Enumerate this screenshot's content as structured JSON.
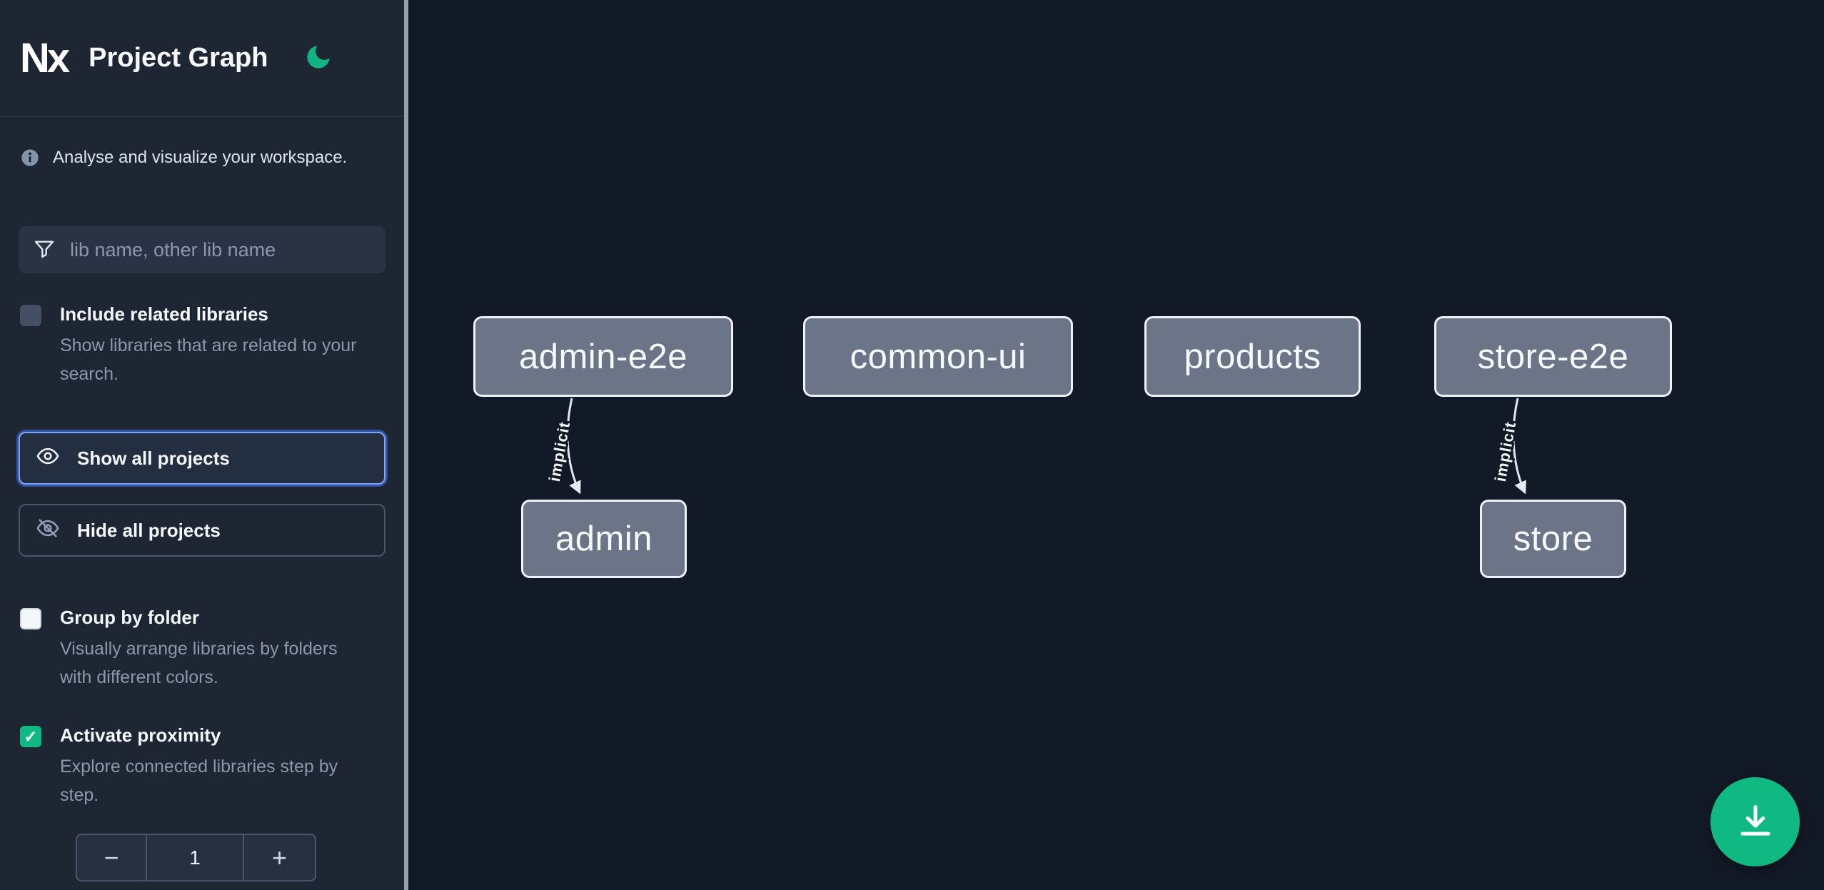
{
  "theme": {
    "sidebar_bg": "#1e2634",
    "canvas_bg": "#131a27",
    "accent_green": "#10b981",
    "focus_blue": "#4374f5",
    "node_bg": "#6b7587",
    "node_border": "#eef2f7"
  },
  "header": {
    "logo_text": "Nx",
    "title": "Project Graph"
  },
  "sidebar": {
    "info_text": "Analyse and visualize your workspace.",
    "search": {
      "placeholder": "lib name, other lib name",
      "value": ""
    },
    "include_related": {
      "label": "Include related libraries",
      "description": "Show libraries that are related to your search.",
      "checked": false
    },
    "show_all_button": {
      "label": "Show all projects"
    },
    "hide_all_button": {
      "label": "Hide all projects"
    },
    "group_by_folder": {
      "label": "Group by folder",
      "description": "Visually arrange libraries by folders with different colors.",
      "checked": false
    },
    "activate_proximity": {
      "label": "Activate proximity",
      "description": "Explore connected libraries step by step.",
      "checked": true
    },
    "proximity_stepper": {
      "decrement": "−",
      "value": "1",
      "increment": "+"
    }
  },
  "graph": {
    "nodes": [
      {
        "label": "admin-e2e"
      },
      {
        "label": "common-ui"
      },
      {
        "label": "products"
      },
      {
        "label": "store-e2e"
      },
      {
        "label": "admin"
      },
      {
        "label": "store"
      }
    ],
    "edges": [
      {
        "from": "admin-e2e",
        "to": "admin",
        "label": "implicit"
      },
      {
        "from": "store-e2e",
        "to": "store",
        "label": "implicit"
      }
    ]
  }
}
